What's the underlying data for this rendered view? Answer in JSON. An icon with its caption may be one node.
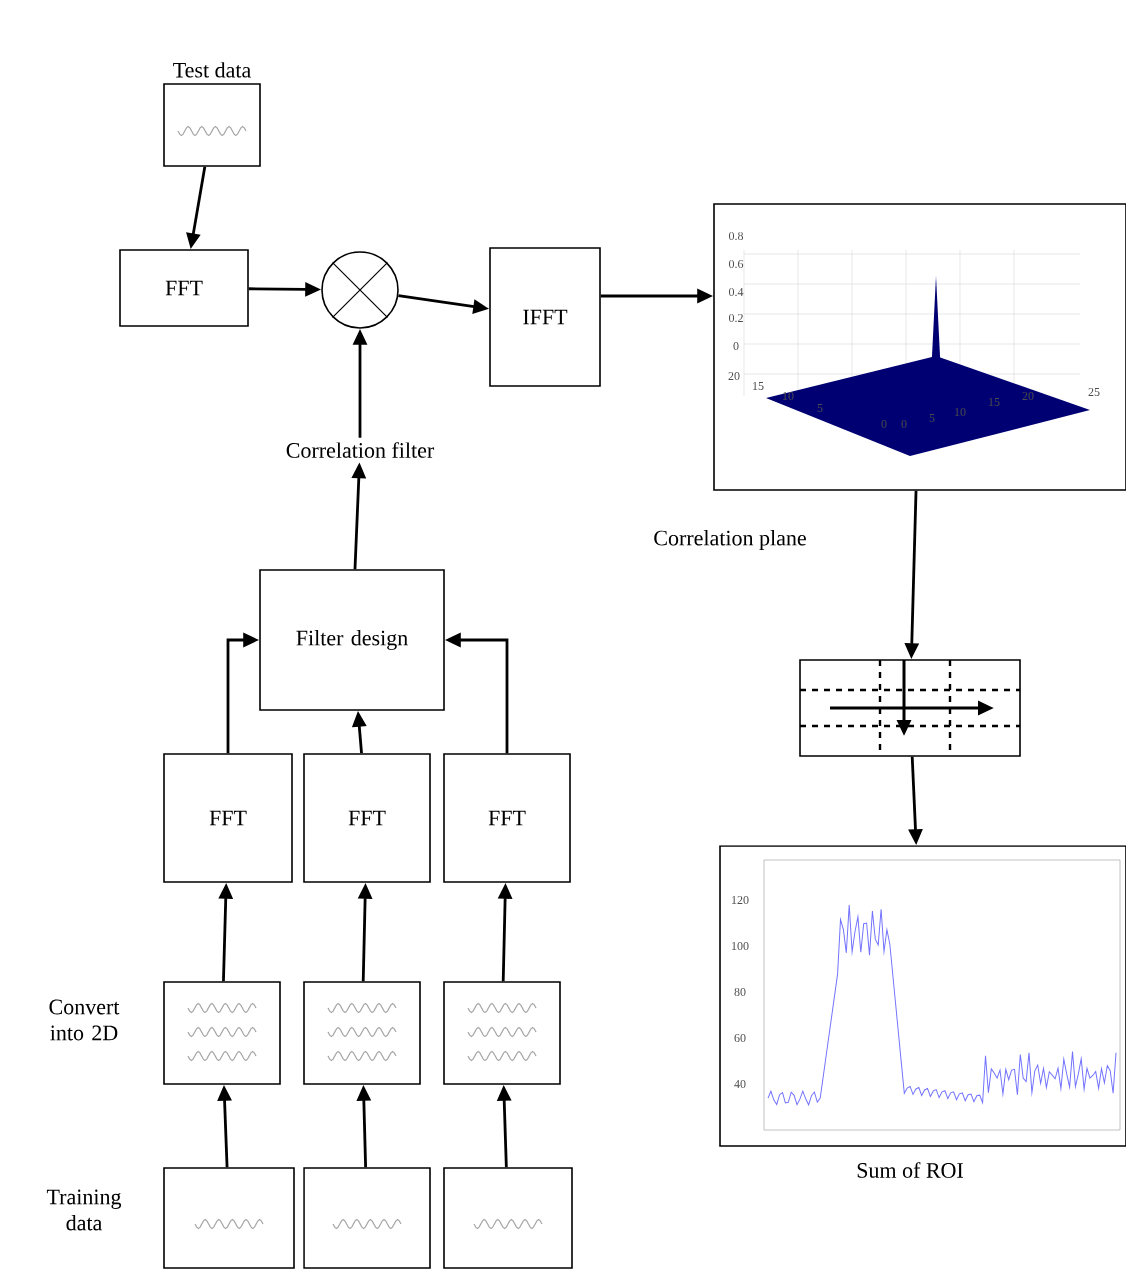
{
  "diagram": {
    "nodes": [
      {
        "text": [
          "Test data"
        ]
      },
      {
        "text": [
          "FFT"
        ]
      },
      {
        "text": [],
        "shape": "circle"
      },
      {
        "text": [
          "IFFT"
        ]
      },
      {
        "text": [],
        "shape": "picture",
        "beside": [
          "Correlation plane"
        ]
      },
      {
        "text": [
          "Correlation filter"
        ]
      },
      {
        "text": [
          "Filter design"
        ]
      },
      {
        "text": [
          "FFT"
        ]
      },
      {
        "text": [
          "FFT"
        ]
      },
      {
        "text": [
          "FFT"
        ]
      },
      {
        "text": [],
        "shape": "box"
      },
      {
        "text": [],
        "shape": "box"
      },
      {
        "text": [],
        "shape": "box"
      },
      {
        "text": [],
        "shape": "box"
      },
      {
        "text": [],
        "shape": "box"
      },
      {
        "text": [],
        "shape": "box"
      },
      {
        "text": [],
        "shape": "box"
      },
      {
        "text": [],
        "shape": "picture",
        "beside": [
          "Sum of ROI"
        ]
      }
    ],
    "edges": [
      {
        "from": 0,
        "to": 1,
        "arrow": "to"
      },
      {
        "from": 1,
        "to": 2,
        "arrow": "to"
      },
      {
        "from": 2,
        "to": 3,
        "arrow": "to"
      },
      {
        "from": 3,
        "to": 4,
        "arrow": "to"
      },
      {
        "from": 5,
        "to": 2,
        "arrow": "to"
      },
      {
        "from": 6,
        "to": 5,
        "arrow": "to"
      },
      {
        "from": 7,
        "to": 6,
        "arrow": "to"
      },
      {
        "from": 8,
        "to": 6,
        "arrow": "to"
      },
      {
        "from": 9,
        "to": 6,
        "arrow": "to"
      },
      {
        "from": 10,
        "to": 7,
        "arrow": "to"
      },
      {
        "from": 11,
        "to": 8,
        "arrow": "to"
      },
      {
        "from": 12,
        "to": 9,
        "arrow": "to"
      },
      {
        "from": 13,
        "to": 10,
        "arrow": "to"
      },
      {
        "from": 14,
        "to": 11,
        "arrow": "to"
      },
      {
        "from": 15,
        "to": 12,
        "arrow": "to"
      },
      {
        "from": 4,
        "to": 16,
        "arrow": "to"
      },
      {
        "from": 16,
        "to": 17,
        "arrow": "to"
      }
    ],
    "labels": [
      "0.8",
      "0.6",
      "0.4",
      "0.2",
      "0",
      "20",
      "15",
      "10",
      "5",
      "0",
      "0",
      "5",
      "10",
      "15",
      "20",
      "25",
      "120",
      "100",
      "80",
      "60",
      "40",
      "Convert into 2D",
      "Training data"
    ]
  }
}
